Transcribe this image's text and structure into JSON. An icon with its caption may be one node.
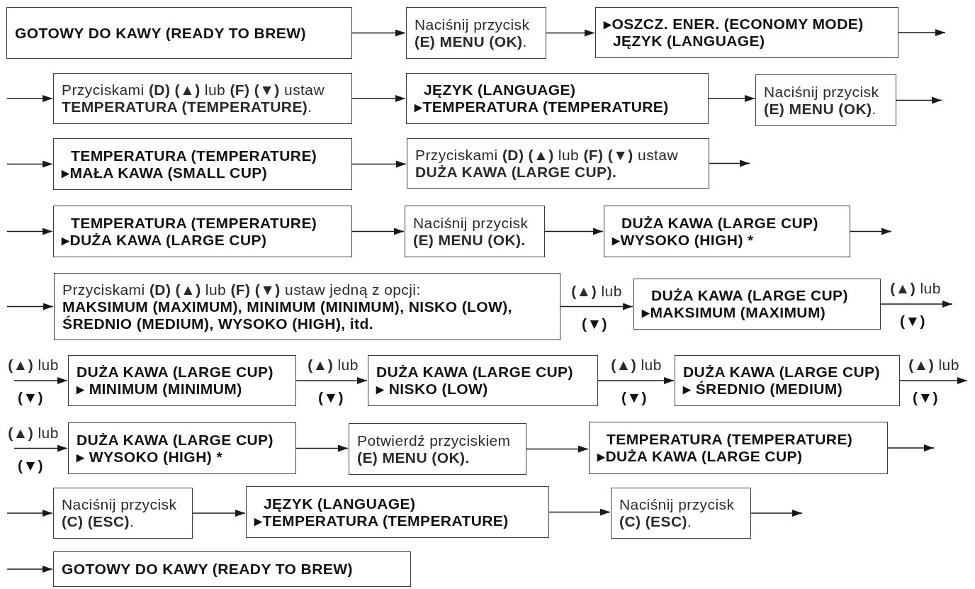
{
  "diagram": {
    "nodes": [
      {
        "text": [
          "GOTOWY DO KAWY (READY TO BREW)"
        ]
      },
      {
        "text": [
          "Naciśnij przycisk **(E) MENU (OK)**."
        ]
      },
      {
        "text": [
          "▸OSZCZ. ENER. (ECONOMY MODE)",
          "JĘZYK (LANGUAGE)"
        ]
      },
      {
        "text": [
          "Przyciskami **(D)** **(▲)** lub **(F)** **(▼)** ustaw **TEMPERATURA (TEMPERATURE)**."
        ]
      },
      {
        "text": [
          "JĘZYK (LANGUAGE)",
          "▸TEMPERATURA (TEMPERATURE)"
        ]
      },
      {
        "text": [
          "Naciśnij przycisk **(E) MENU (OK)**."
        ]
      },
      {
        "text": [
          "TEMPERATURA (TEMPERATURE)",
          "▸MAŁA KAWA (SMALL CUP)"
        ]
      },
      {
        "text": [
          "Przyciskami **(D)** **(▲)** lub **(F)** **(▼)** ustaw **DUŻA KAWA (LARGE CUP).**"
        ]
      },
      {
        "text": [
          "TEMPERATURA (TEMPERATURE)",
          "▸DUŻA KAWA (LARGE CUP)"
        ]
      },
      {
        "text": [
          "Naciśnij przycisk **(E) MENU (OK).**"
        ]
      },
      {
        "text": [
          "DUŻA KAWA (LARGE CUP)",
          "▸WYSOKO (HIGH) *"
        ]
      },
      {
        "text": [
          "Przyciskami **(D)** **(▲)** lub **(F)** **(▼)** ustaw jedną z opcji:",
          "MAKSIMUM (MAXIMUM), MINIMUM (MINIMUM), NISKO (LOW), ŚREDNIO (MEDIUM), WYSOKO (HIGH), itd."
        ]
      },
      {
        "text": [
          "DUŻA KAWA (LARGE CUP)",
          "▸MAKSIMUM (MAXIMUM)"
        ]
      },
      {
        "text": [
          "DUŻA KAWA (LARGE CUP)",
          "▸ MINIMUM (MINIMUM)"
        ]
      },
      {
        "text": [
          "DUŻA KAWA (LARGE CUP)",
          "▸ NISKO (LOW)"
        ]
      },
      {
        "text": [
          "DUŻA KAWA (LARGE CUP)",
          "▸ ŚREDNIO (MEDIUM)"
        ]
      },
      {
        "text": [
          "DUŻA KAWA (LARGE CUP)",
          "▸ WYSOKO (HIGH) *"
        ]
      },
      {
        "text": [
          "Potwierdź przyciskiem **(E) MENU (OK).**"
        ]
      },
      {
        "text": [
          "TEMPERATURA (TEMPERATURE)",
          "▸DUŻA KAWA (LARGE CUP)"
        ]
      },
      {
        "text": [
          "Naciśnij przycisk **(C) (ESC)**."
        ]
      },
      {
        "text": [
          "JĘZYK (LANGUAGE)",
          "▸TEMPERATURA (TEMPERATURE)"
        ]
      },
      {
        "text": [
          "Naciśnij przycisk **(C) (ESC)**."
        ]
      },
      {
        "text": [
          "GOTOWY DO KAWY (READY TO BREW)"
        ]
      }
    ],
    "edges": [
      {
        "from": 0,
        "to": 1,
        "arrow": "to"
      },
      {
        "from": 1,
        "to": 2,
        "arrow": "to"
      },
      {
        "from": 2,
        "to": null,
        "arrow": "to"
      },
      {
        "from": null,
        "to": 3,
        "arrow": "to"
      },
      {
        "from": 3,
        "to": 4,
        "arrow": "to"
      },
      {
        "from": 4,
        "to": 5,
        "arrow": "to"
      },
      {
        "from": 5,
        "to": null,
        "arrow": "to"
      },
      {
        "from": null,
        "to": 6,
        "arrow": "to"
      },
      {
        "from": 6,
        "to": 7,
        "arrow": "to"
      },
      {
        "from": 7,
        "to": null,
        "arrow": "to"
      },
      {
        "from": null,
        "to": 8,
        "arrow": "to"
      },
      {
        "from": 8,
        "to": 9,
        "arrow": "to"
      },
      {
        "from": 9,
        "to": 10,
        "arrow": "to"
      },
      {
        "from": 10,
        "to": null,
        "arrow": "to"
      },
      {
        "from": null,
        "to": 11,
        "arrow": "to"
      },
      {
        "from": 11,
        "to": 12,
        "arrow": "to",
        "label": "**(▲)** lub"
      },
      {
        "from": 12,
        "to": null,
        "arrow": "to",
        "label": "**(▲)** lub"
      },
      {
        "from": null,
        "to": 13,
        "arrow": "to",
        "label": "**(▲)** lub"
      },
      {
        "from": 13,
        "to": 14,
        "arrow": "to",
        "label": "**(▲)** lub"
      },
      {
        "from": 14,
        "to": 15,
        "arrow": "to",
        "label": "**(▲)** lub"
      },
      {
        "from": 15,
        "to": null,
        "arrow": "to",
        "label": "**(▲)** lub"
      },
      {
        "from": null,
        "to": 16,
        "arrow": "to",
        "label": "**(▲)** lub"
      },
      {
        "from": 16,
        "to": 17,
        "arrow": "to"
      },
      {
        "from": 17,
        "to": 18,
        "arrow": "to"
      },
      {
        "from": 18,
        "to": null,
        "arrow": "to"
      },
      {
        "from": null,
        "to": 19,
        "arrow": "to"
      },
      {
        "from": 19,
        "to": 20,
        "arrow": "to"
      },
      {
        "from": 20,
        "to": 21,
        "arrow": "to"
      },
      {
        "from": 21,
        "to": null,
        "arrow": "to"
      },
      {
        "from": null,
        "to": 22,
        "arrow": "to"
      }
    ],
    "labels": [
      "(▼)",
      "(▼)",
      "(▼)",
      "(▼)",
      "(▼)",
      "(▼)",
      "(▼)"
    ]
  }
}
